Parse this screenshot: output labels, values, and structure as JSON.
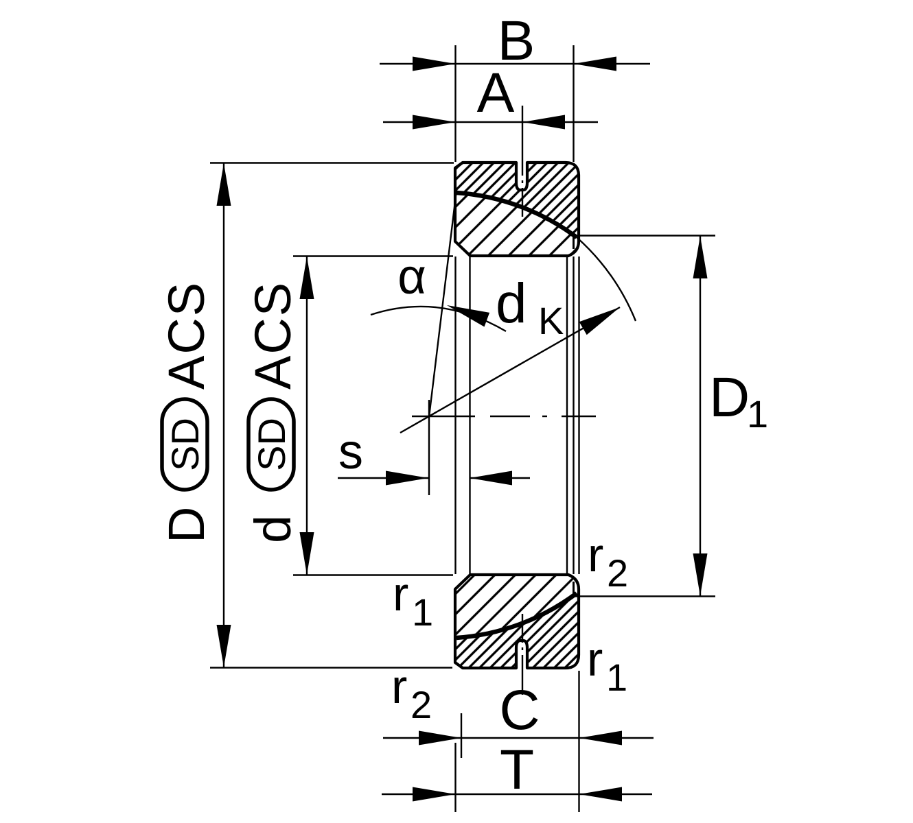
{
  "drawing_title": "angular-contact-spherical-plain-bearing-cross-section",
  "labels": {
    "inner_ring_width": "B",
    "groove_offset": "A",
    "contact_angle": "α",
    "sphere_dia_main": "d",
    "sphere_dia_sub": "K",
    "center_offset": "s",
    "outside_sphere_dia_main": "D",
    "outside_sphere_dia_sub": "1",
    "radius_main": "r",
    "radius1_sub": "1",
    "radius2_sub": "2",
    "outer_ring_width": "C",
    "total_width": "T",
    "series_outer": {
      "prefix": "D",
      "badge": "SD",
      "suffix": "ACS"
    },
    "series_bore": {
      "prefix": "d",
      "badge": "SD",
      "suffix": "ACS"
    }
  },
  "colors": {
    "ink": "#000000",
    "background": "#ffffff"
  }
}
